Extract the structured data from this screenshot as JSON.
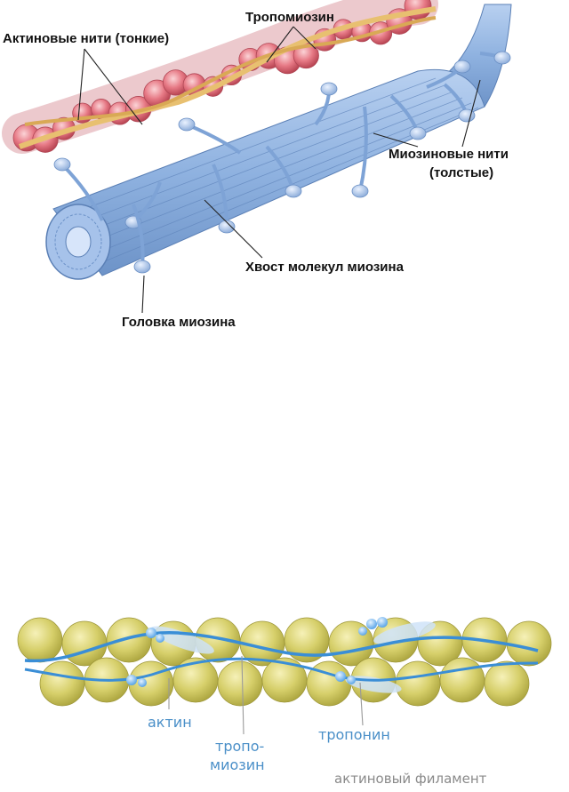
{
  "top_figure": {
    "labels": {
      "tropomyosin": "Тропомиозин",
      "actin_filaments": "Актиновые нити (тонкие)",
      "myosin_filaments_line1": "Миозиновые нити",
      "myosin_filaments_line2": "(толстые)",
      "myosin_tail": "Хвост молекул миозина",
      "myosin_head": "Головка миозина"
    }
  },
  "bottom_figure": {
    "labels": {
      "actin": "актин",
      "tropomyosin_line1": "тропо-",
      "tropomyosin_line2": "миозин",
      "troponin": "тропонин",
      "actin_filament": "актиновый филамент"
    }
  },
  "colors": {
    "actin_bead_top": "#e77a86",
    "tropomyosin_strand_top": "#e8c070",
    "myosin_blue": "#8fb2e0",
    "actin_bead_bottom": "#d6cf6a",
    "strand_blue": "#3a8ed6",
    "troponin_blue": "#5aa7e8"
  }
}
